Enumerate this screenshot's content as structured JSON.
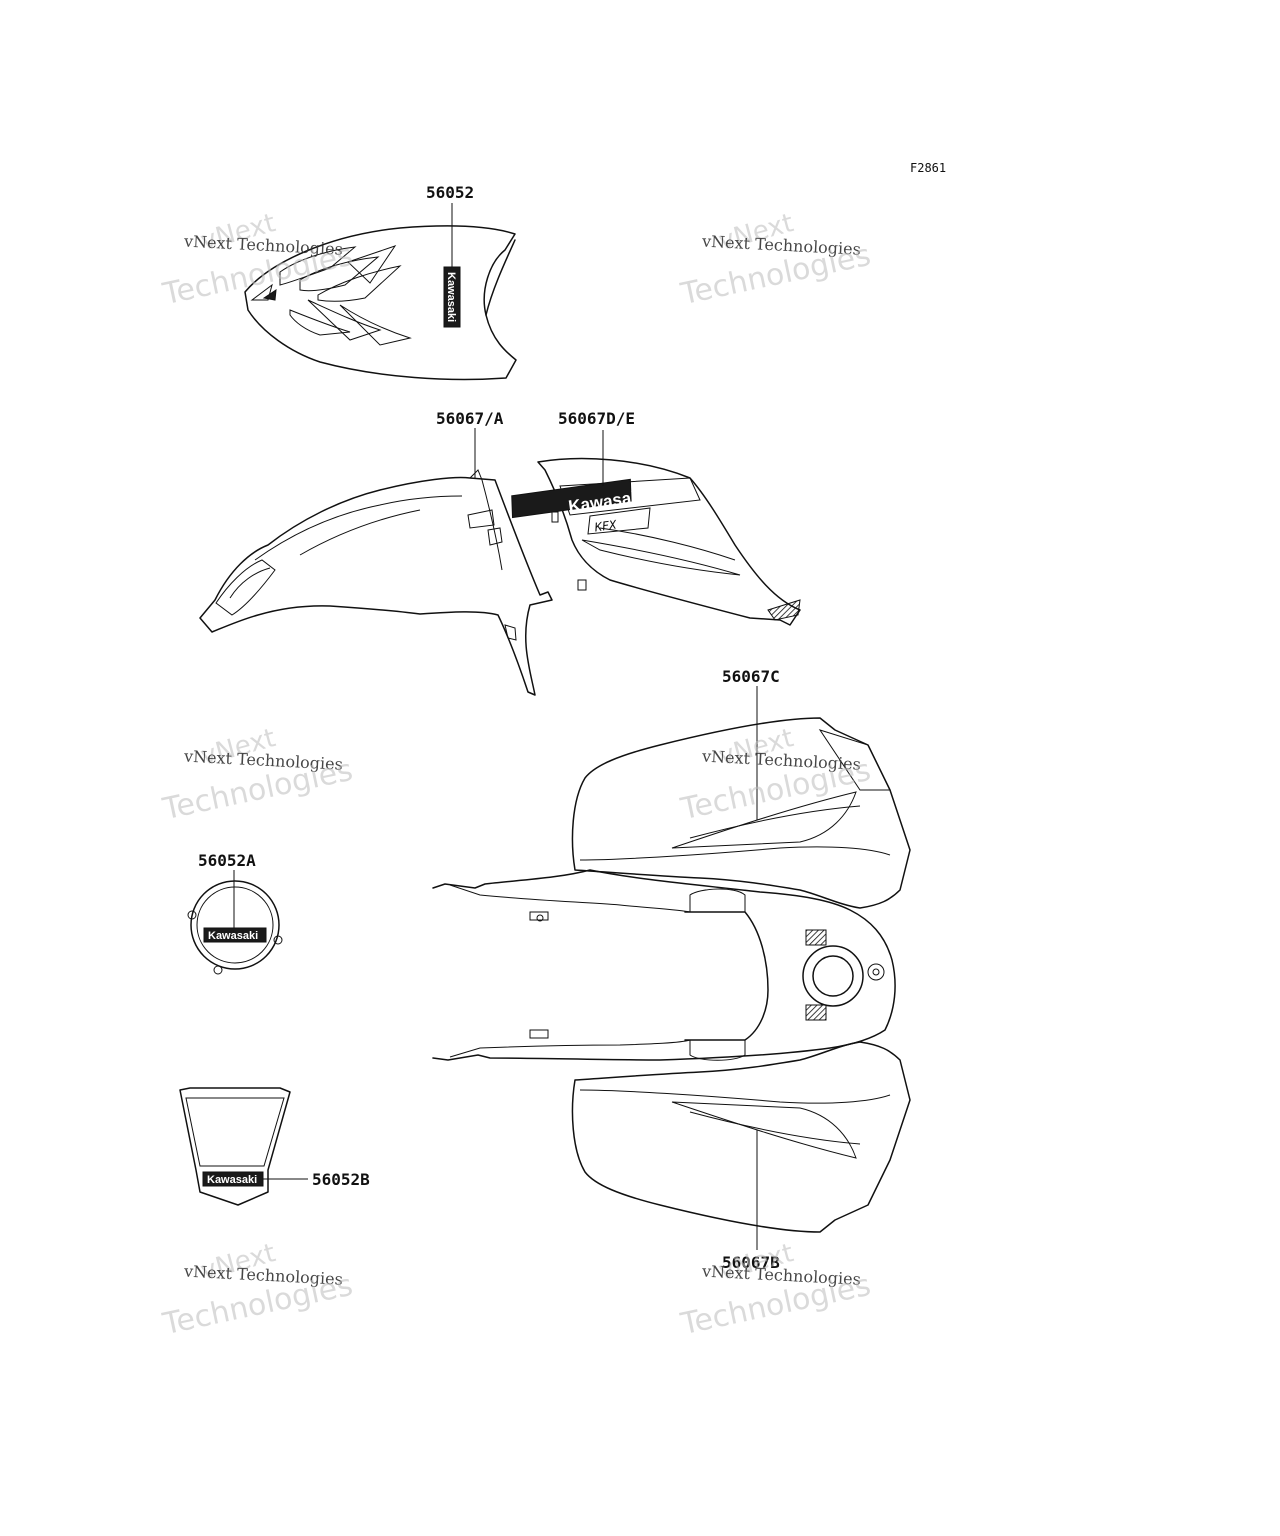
{
  "figure_id": "F2861",
  "callouts": {
    "rear_fender_top": "56052",
    "front_fender": "56067/A",
    "side_cover": "56067D/E",
    "rear_fender_upper": "56067C",
    "cover_round": "56052A",
    "headlight_cover": "56052B",
    "rear_fender_lower": "56067B"
  },
  "decals": {
    "brand_vertical": "Kawasaki",
    "side_cover_brand": "Kawasaki",
    "side_cover_model": "KFX",
    "round_cover_brand": "Kawasaki",
    "headlight_brand": "Kawasaki"
  },
  "watermark": {
    "line1": "vNext",
    "line2": "vNext Technologies",
    "line3": "Technologies"
  },
  "colors": {
    "line": "#111111",
    "watermark_grey": "#bdbdbd",
    "background": "#ffffff"
  }
}
